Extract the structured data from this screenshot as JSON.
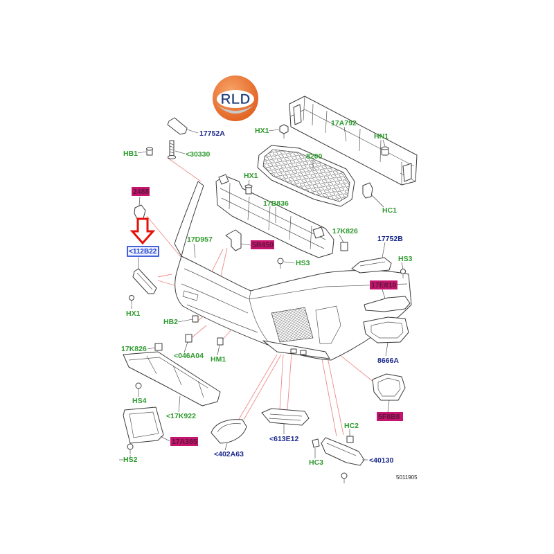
{
  "logo": {
    "text": "RLD"
  },
  "callouts": [
    {
      "text": "17752A"
    },
    {
      "text": "HB1"
    },
    {
      "text": "<30330"
    },
    {
      "text": "HX1"
    },
    {
      "text": "17A792"
    },
    {
      "text": "HN1"
    },
    {
      "text": "8200"
    },
    {
      "text": "HX1"
    },
    {
      "text": "17B836"
    },
    {
      "text": "HC1"
    },
    {
      "text": "2488"
    },
    {
      "text": "<112B22"
    },
    {
      "text": "17D957"
    },
    {
      "text": "17K826"
    },
    {
      "text": "17752B"
    },
    {
      "text": "5R450"
    },
    {
      "text": "HS3"
    },
    {
      "text": "HS3"
    },
    {
      "text": "17E810"
    },
    {
      "text": "HX1"
    },
    {
      "text": "HB2"
    },
    {
      "text": "17K826"
    },
    {
      "text": "<046A04"
    },
    {
      "text": "HM1"
    },
    {
      "text": "8666A"
    },
    {
      "text": "HS4"
    },
    {
      "text": "<17K922"
    },
    {
      "text": "5F8B8"
    },
    {
      "text": "17A385"
    },
    {
      "text": "HC2"
    },
    {
      "text": "<613E12"
    },
    {
      "text": "HS2"
    },
    {
      "text": "<402A63"
    },
    {
      "text": "HC3"
    },
    {
      "text": "<40130"
    }
  ],
  "footer": {
    "drawing_ref": "5011905"
  },
  "colors": {
    "label_green": "#2e9a2e",
    "label_navy": "#1c2a8c",
    "highlight": "#c4146e",
    "leader_red": "#ef8a8a",
    "arrow_red": "#e3120b",
    "logo_orange": "#e8692a"
  }
}
